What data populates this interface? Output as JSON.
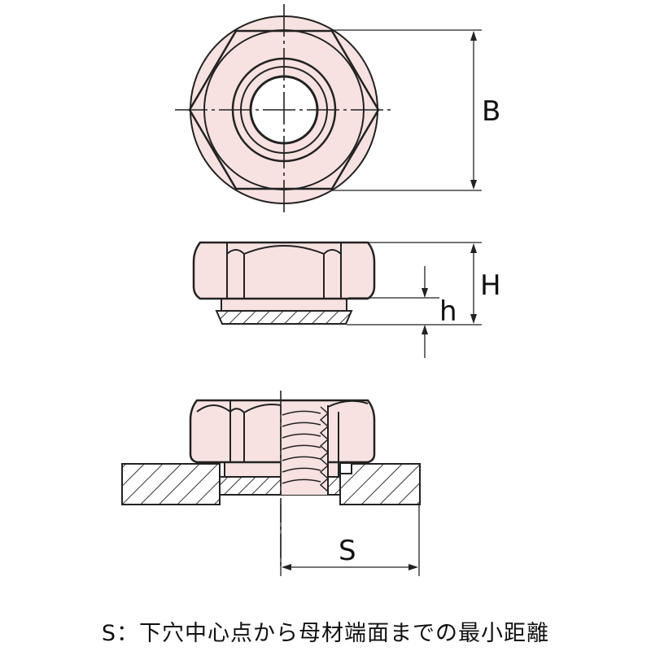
{
  "dimensions": {
    "width_across_flats": "B",
    "overall_height": "H",
    "flange_height": "h",
    "min_edge_distance": "S"
  },
  "caption": "S：下穴中心点から母材端面までの最小距離",
  "colors": {
    "part_fill": "#f7e2e1",
    "outline": "#222222",
    "hatch": "#333333",
    "plate_fill": "#ffffff"
  }
}
